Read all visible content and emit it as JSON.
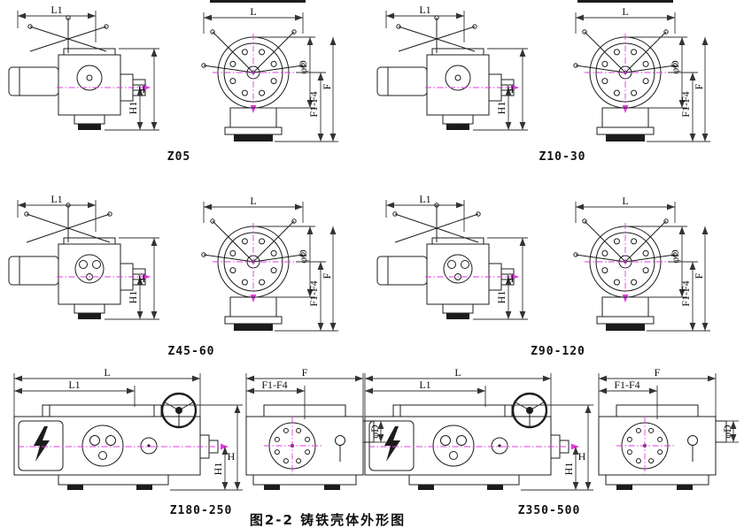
{
  "figure": {
    "caption": "图2-2 铸铁壳体外形图"
  },
  "dim_labels": {
    "L1": "L1",
    "L": "L",
    "H": "H",
    "H1": "H1",
    "F": "F",
    "F1_F4": "F1-F4",
    "phiD": "φD"
  },
  "groups": [
    {
      "id": "z05",
      "label": "Z05"
    },
    {
      "id": "z10-30",
      "label": "Z10-30"
    },
    {
      "id": "z45-60",
      "label": "Z45-60"
    },
    {
      "id": "z90-120",
      "label": "Z90-120"
    },
    {
      "id": "z180-250",
      "label": "Z180-250"
    },
    {
      "id": "z350-500",
      "label": "Z350-500"
    }
  ],
  "colors": {
    "line": "#1c1c1c",
    "dimension": "#333333",
    "centerline": "#e03ae0",
    "background": "#ffffff"
  }
}
